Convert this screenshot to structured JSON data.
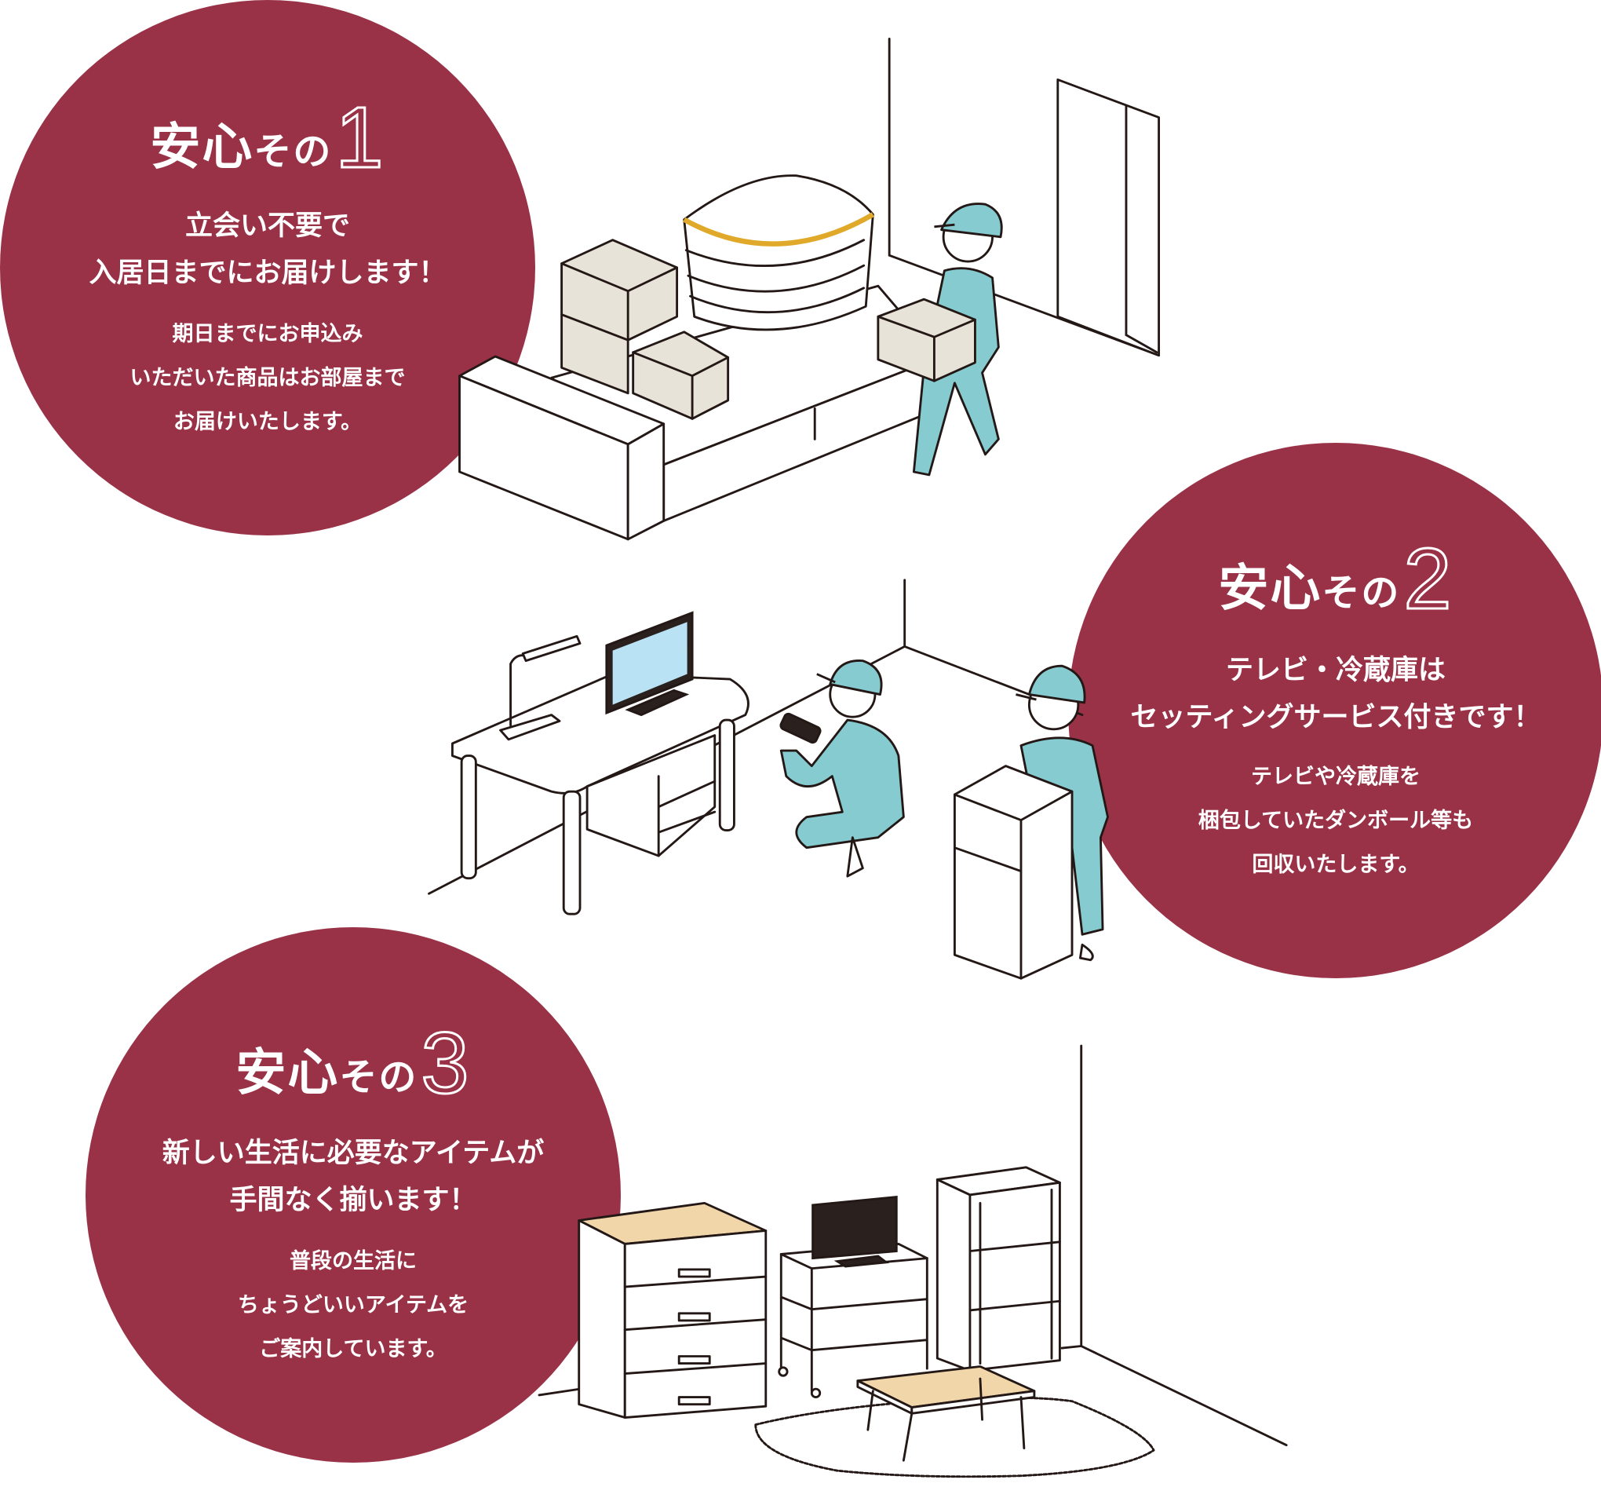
{
  "colors": {
    "circle": "#993247",
    "uniform": "#86cbd0",
    "cardboard": "#e8e3d8",
    "wood": "#f1d6aa",
    "screen": "#b9e3f5"
  },
  "points": [
    {
      "title": "安心",
      "title_small": "その",
      "number": "1",
      "headline": [
        "立会い不要で",
        "入居日までにお届けします！"
      ],
      "body": [
        "期日までにお申込み",
        "いただいた商品はお部屋まで",
        "お届けいたします。"
      ]
    },
    {
      "title": "安心",
      "title_small": "その",
      "number": "2",
      "headline": [
        "テレビ・冷蔵庫は",
        "セッティングサービス付きです！"
      ],
      "body": [
        "テレビや冷蔵庫を",
        "梱包していたダンボール等も",
        "回収いたします。"
      ]
    },
    {
      "title": "安心",
      "title_small": "その",
      "number": "3",
      "headline": [
        "新しい生活に必要なアイテムが",
        "手間なく揃います！"
      ],
      "body": [
        "普段の生活に",
        "ちょうどいいアイテムを",
        "ご案内しています。"
      ]
    }
  ]
}
